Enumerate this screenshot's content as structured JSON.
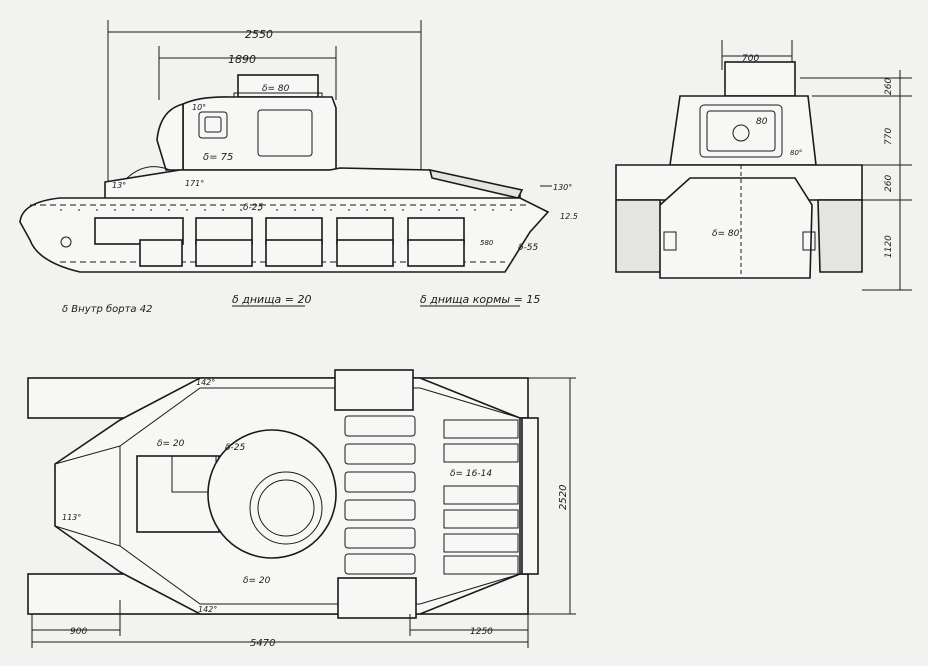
{
  "side_view": {
    "dim_overall": "2550",
    "dim_turret": "1890",
    "turret_roof": "δ= 80",
    "turret_side": "δ= 75",
    "deck": "δ-25",
    "angle_front": "13°",
    "angle_front2": "10°",
    "angle_glacis": "171°",
    "angle_rear": "130°",
    "rear_value": "12.5",
    "rear_plate": "δ-55",
    "inner_side": "δ Внутр борта 42",
    "floor": "δ днища = 20",
    "floor_rear": "δ днища кормы = 15",
    "rear_580": "580"
  },
  "front_view": {
    "dim_cupola": "700",
    "turret_face": "80",
    "turret_angle": "80°",
    "hull": "δ= 80",
    "h1": "260",
    "h2": "770",
    "h3": "260",
    "h4": "1120"
  },
  "top_view": {
    "plate_front": "δ= 20",
    "turret": "δ-25",
    "plate_rear": "δ= 20",
    "engine_deck": "δ= 16-14",
    "angle_a": "142°",
    "angle_b": "113°",
    "angle_c": "142°",
    "dim_width": "2520",
    "dim_front": "900",
    "dim_length": "5470",
    "dim_rear": "1250"
  }
}
